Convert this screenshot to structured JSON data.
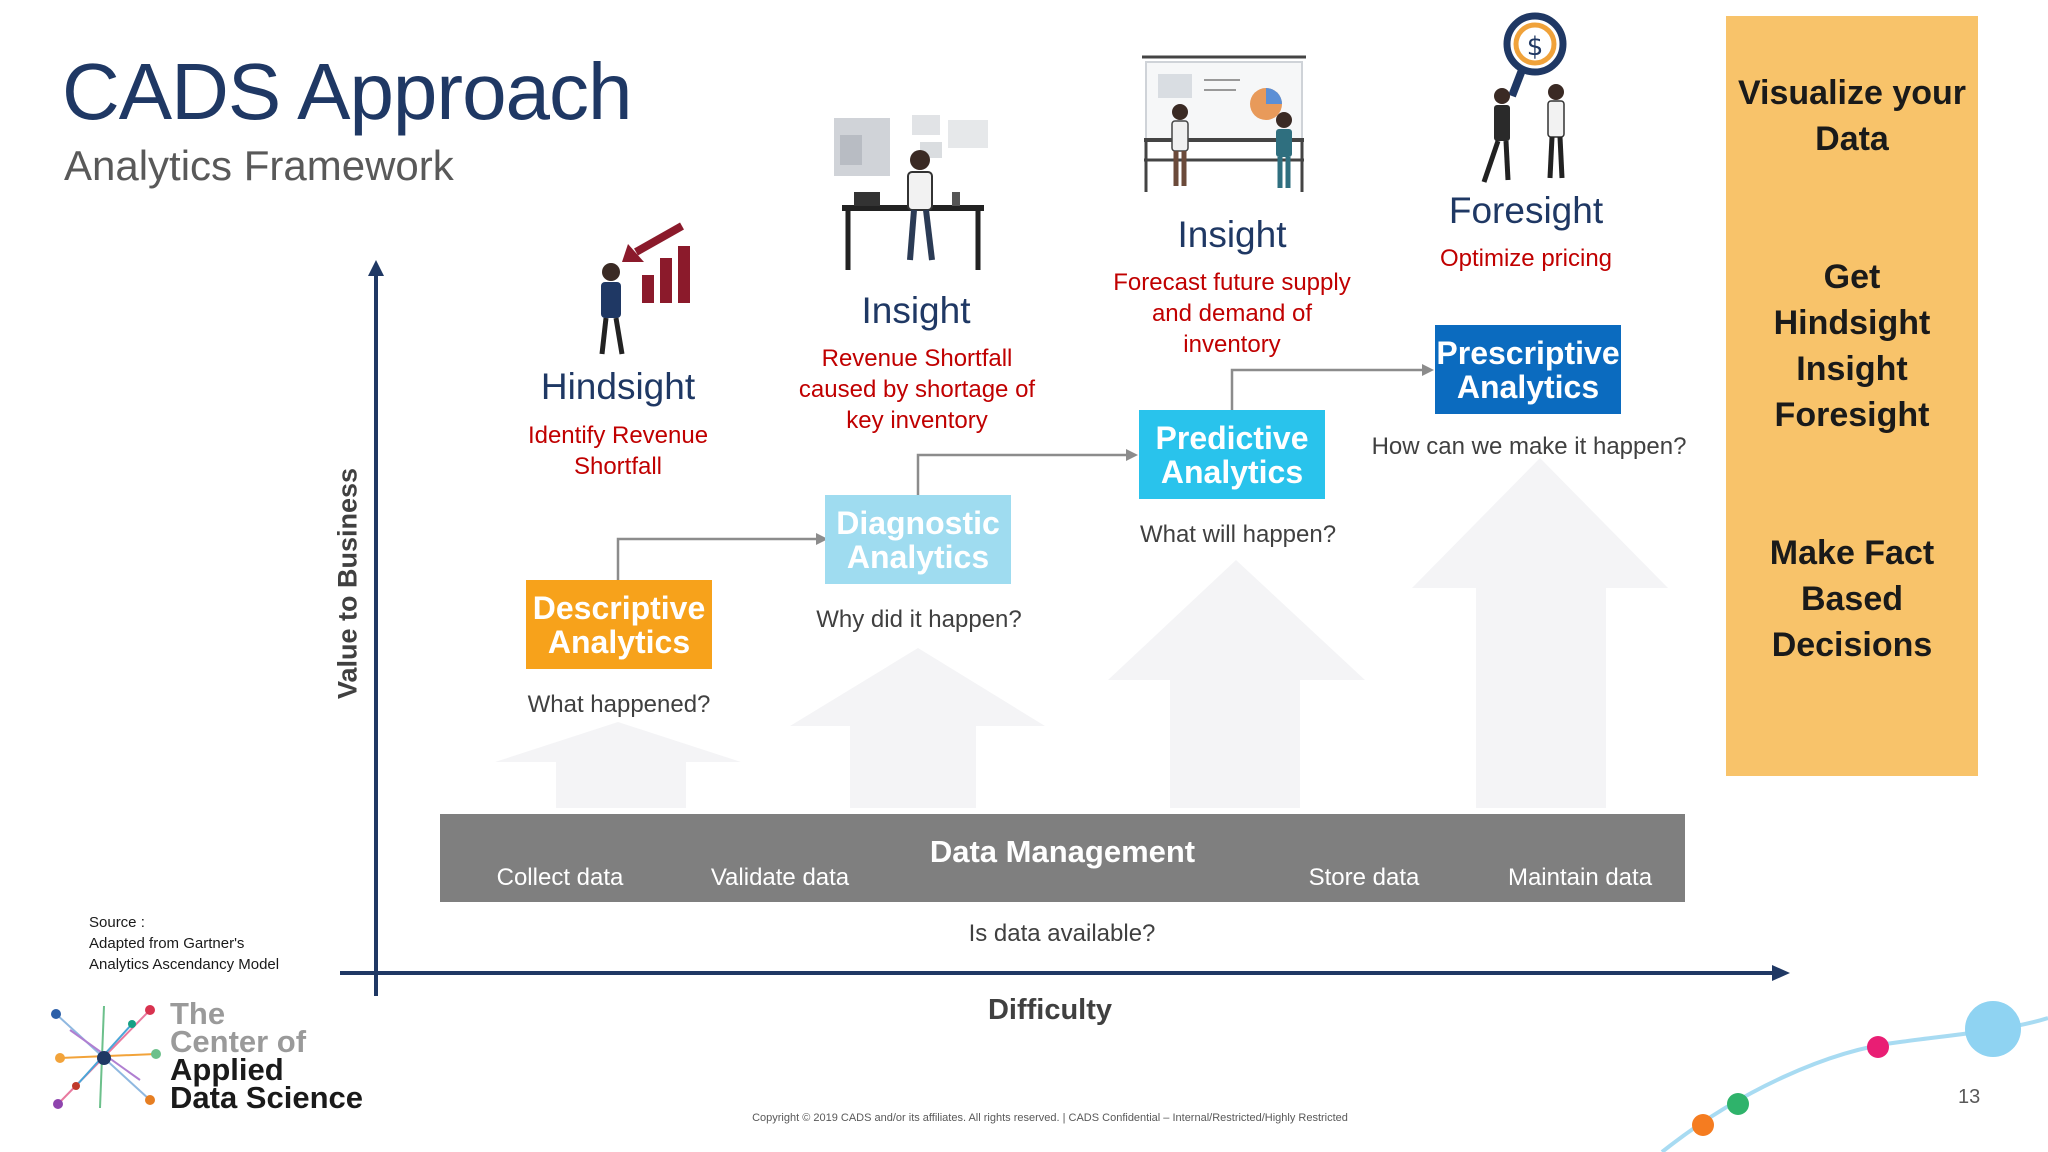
{
  "header": {
    "title": "CADS Approach",
    "subtitle": "Analytics Framework"
  },
  "stages": [
    {
      "head": "Hindsight",
      "sub": "Identify Revenue Shortfall",
      "box": "Descriptive Analytics",
      "question": "What happened?",
      "box_color": "#f7a21b"
    },
    {
      "head": "Insight",
      "sub": "Revenue Shortfall caused by shortage of key inventory",
      "box": "Diagnostic Analytics",
      "question": "Why did it happen?",
      "box_color": "#9fdcf0"
    },
    {
      "head": "Insight",
      "sub": "Forecast future supply and demand of inventory",
      "box": "Predictive Analytics",
      "question": "What will happen?",
      "box_color": "#29c3ec"
    },
    {
      "head": "Foresight",
      "sub": "Optimize pricing",
      "box": "Prescriptive Analytics",
      "question": "How can we make it happen?",
      "box_color": "#0b6bbf"
    }
  ],
  "data_management": {
    "title": "Data Management",
    "items": [
      "Collect data",
      "Validate data",
      "Store data",
      "Maintain data"
    ],
    "question": "Is data available?"
  },
  "axes": {
    "y_label": "Value to Business",
    "x_label": "Difficulty"
  },
  "sidebar": {
    "blocks": [
      "Visualize your Data",
      "Get Hindsight Insight Foresight",
      "Make Fact Based Decisions"
    ]
  },
  "source": {
    "label": "Source :",
    "line1": "Adapted from Gartner's",
    "line2": "Analytics Ascendancy Model"
  },
  "logo": {
    "line1": "The",
    "line2": "Center of",
    "line3": "Applied",
    "line4": "Data Science"
  },
  "footer": {
    "copyright": "Copyright © 2019 CADS and/or its affiliates. All rights reserved.  |  CADS Confidential – Internal/Restricted/Highly Restricted",
    "page_number": "13"
  },
  "colors": {
    "title": "#1f3864",
    "subtext": "#c00000",
    "sidebar": "#f8c36a",
    "axis": "#1f3864"
  },
  "icons": [
    "revenue-decline-chart-icon",
    "office-desk-worker-icon",
    "presentation-board-icon",
    "magnifier-dollar-icon",
    "network-logo-icon"
  ]
}
